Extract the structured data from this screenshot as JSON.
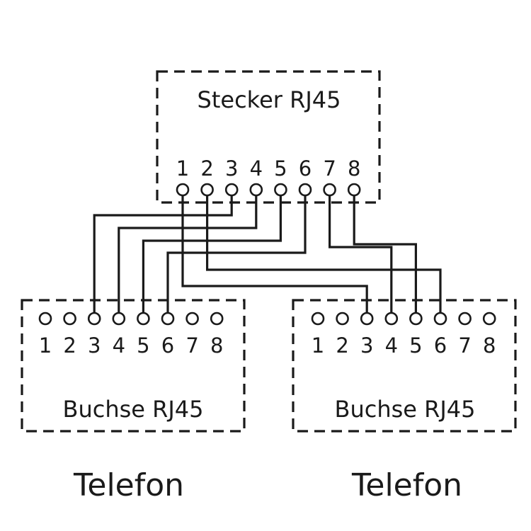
{
  "plug": {
    "title": "Stecker RJ45",
    "pins": [
      "1",
      "2",
      "3",
      "4",
      "5",
      "6",
      "7",
      "8"
    ]
  },
  "jacks": [
    {
      "title": "Buchse RJ45",
      "pins": [
        "1",
        "2",
        "3",
        "4",
        "5",
        "6",
        "7",
        "8"
      ],
      "caption": "Telefon"
    },
    {
      "title": "Buchse RJ45",
      "pins": [
        "1",
        "2",
        "3",
        "4",
        "5",
        "6",
        "7",
        "8"
      ],
      "caption": "Telefon"
    }
  ],
  "connections": [
    {
      "plug_pin": "1",
      "jack": 2,
      "jack_pin": "3"
    },
    {
      "plug_pin": "2",
      "jack": 2,
      "jack_pin": "6"
    },
    {
      "plug_pin": "3",
      "jack": 1,
      "jack_pin": "3"
    },
    {
      "plug_pin": "4",
      "jack": 1,
      "jack_pin": "4"
    },
    {
      "plug_pin": "5",
      "jack": 1,
      "jack_pin": "5"
    },
    {
      "plug_pin": "6",
      "jack": 1,
      "jack_pin": "6"
    },
    {
      "plug_pin": "7",
      "jack": 2,
      "jack_pin": "4"
    },
    {
      "plug_pin": "8",
      "jack": 2,
      "jack_pin": "5"
    }
  ]
}
